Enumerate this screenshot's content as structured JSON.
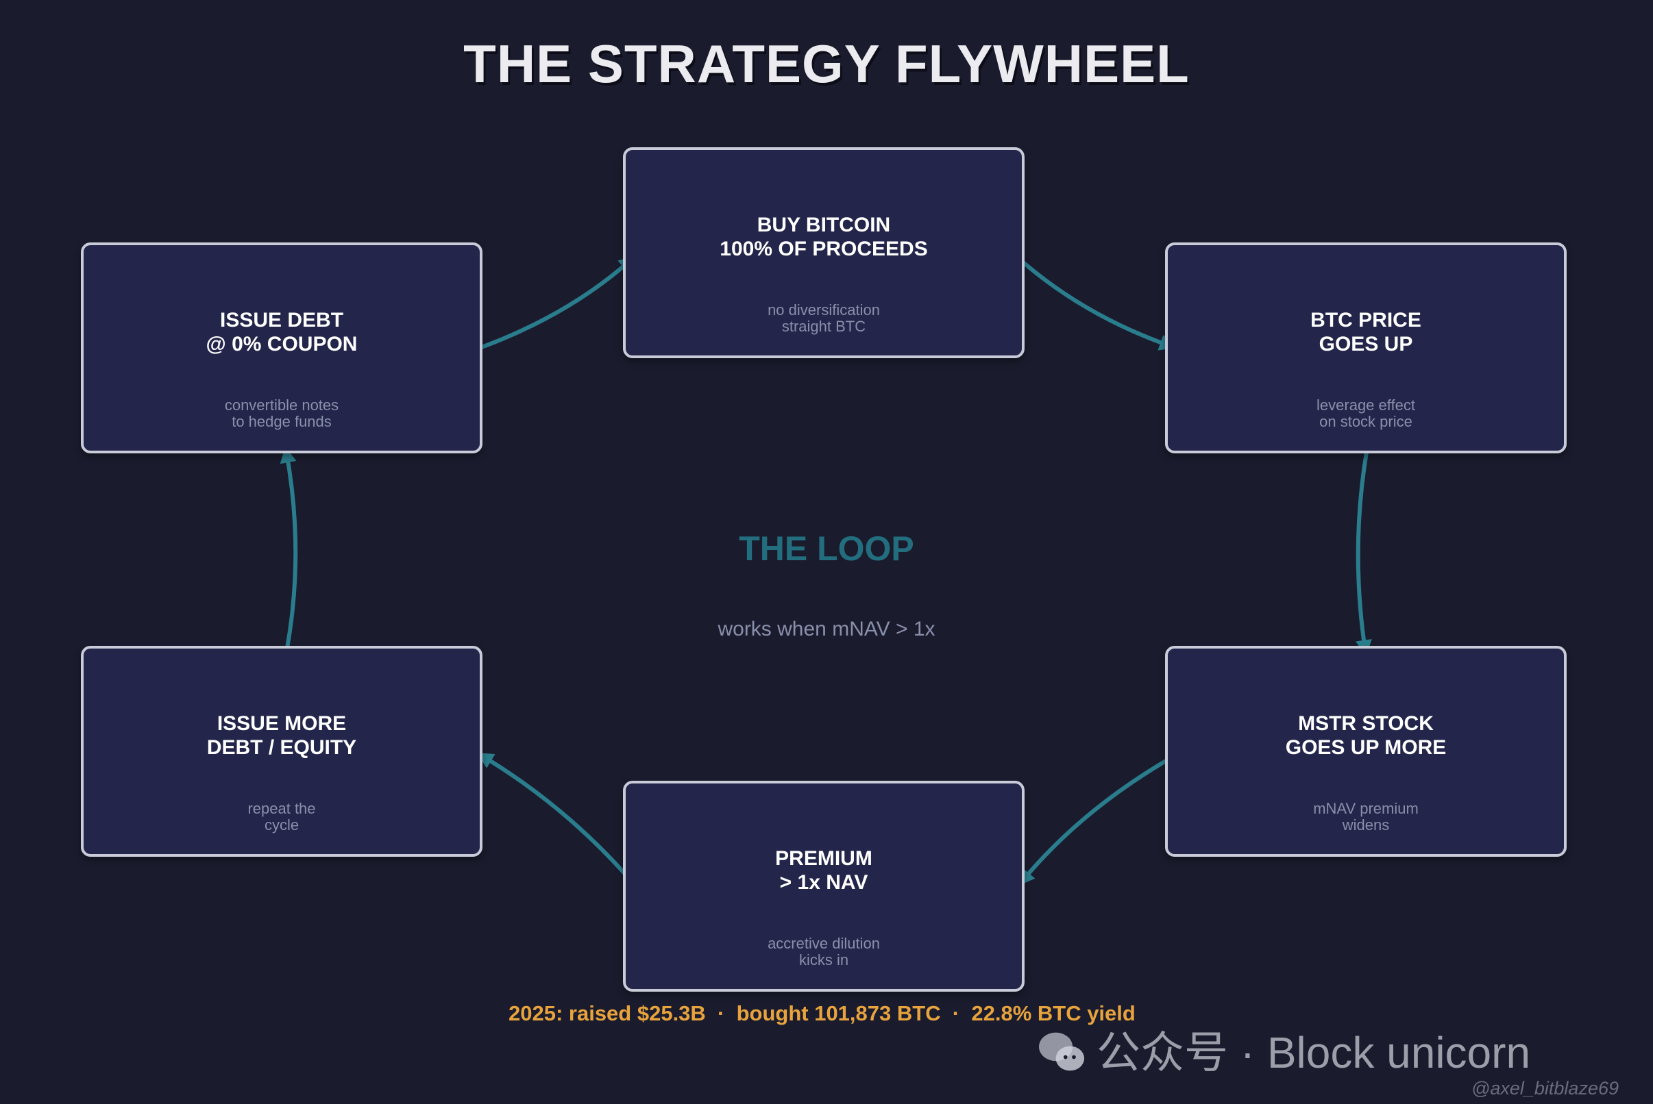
{
  "title": "THE STRATEGY FLYWHEEL",
  "center": {
    "heading": "THE LOOP",
    "condition": "works when mNAV > 1x"
  },
  "steps": [
    {
      "title_1": "ISSUE DEBT",
      "title_2": "@ 0% COUPON",
      "sub_1": "convertible notes",
      "sub_2": "to hedge funds"
    },
    {
      "title_1": "BUY BITCOIN",
      "title_2": "100% OF PROCEEDS",
      "sub_1": "no diversification",
      "sub_2": "straight BTC"
    },
    {
      "title_1": "BTC PRICE",
      "title_2": "GOES UP",
      "sub_1": "leverage effect",
      "sub_2": "on stock price"
    },
    {
      "title_1": "MSTR STOCK",
      "title_2": "GOES UP MORE",
      "sub_1": "mNAV premium",
      "sub_2": "widens"
    },
    {
      "title_1": "PREMIUM",
      "title_2": "> 1x NAV",
      "sub_1": "accretive dilution",
      "sub_2": "kicks in"
    },
    {
      "title_1": "ISSUE MORE",
      "title_2": "DEBT / EQUITY",
      "sub_1": "repeat the",
      "sub_2": "cycle"
    }
  ],
  "stats": "2025: raised $25.3B  ·  bought 101,873 BTC  ·  22.8% BTC yield",
  "watermark": {
    "text": "公众号 · Block unicorn",
    "handle": "@axel_bitblaze69"
  },
  "colors": {
    "background": "#1a1c2e",
    "box": "#23264a",
    "arrow": "#2a7d8c",
    "accent": "#e8a33c"
  }
}
